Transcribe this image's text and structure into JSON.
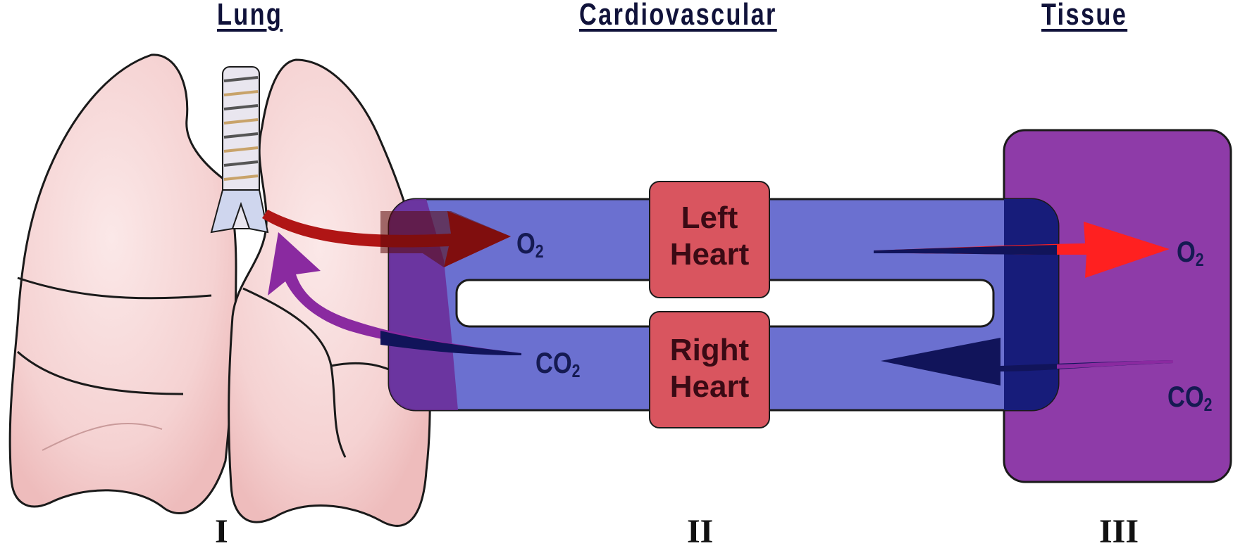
{
  "headings": {
    "lung": "Lung",
    "cardiovascular": "Cardiovascular",
    "tissue": "Tissue"
  },
  "labels": {
    "left_heart": [
      "Left",
      "Heart"
    ],
    "right_heart": [
      "Right",
      "Heart"
    ],
    "o2_lung": "O",
    "o2_lung_sub": "2",
    "co2_lung": "CO",
    "co2_lung_sub": "2",
    "o2_tissue": "O",
    "o2_tissue_sub": "2",
    "co2_tissue": "CO",
    "co2_tissue_sub": "2"
  },
  "numerals": [
    "I",
    "II",
    "III"
  ],
  "colors": {
    "vessel": "#6b70d0",
    "heart": "#d9555f",
    "tissue": "#8e3ba8",
    "lung": "#f7d8d8",
    "o2_arrow": "#b01515",
    "co2_arrow": "#8a2aa0",
    "dark_arrow": "#11145a"
  }
}
